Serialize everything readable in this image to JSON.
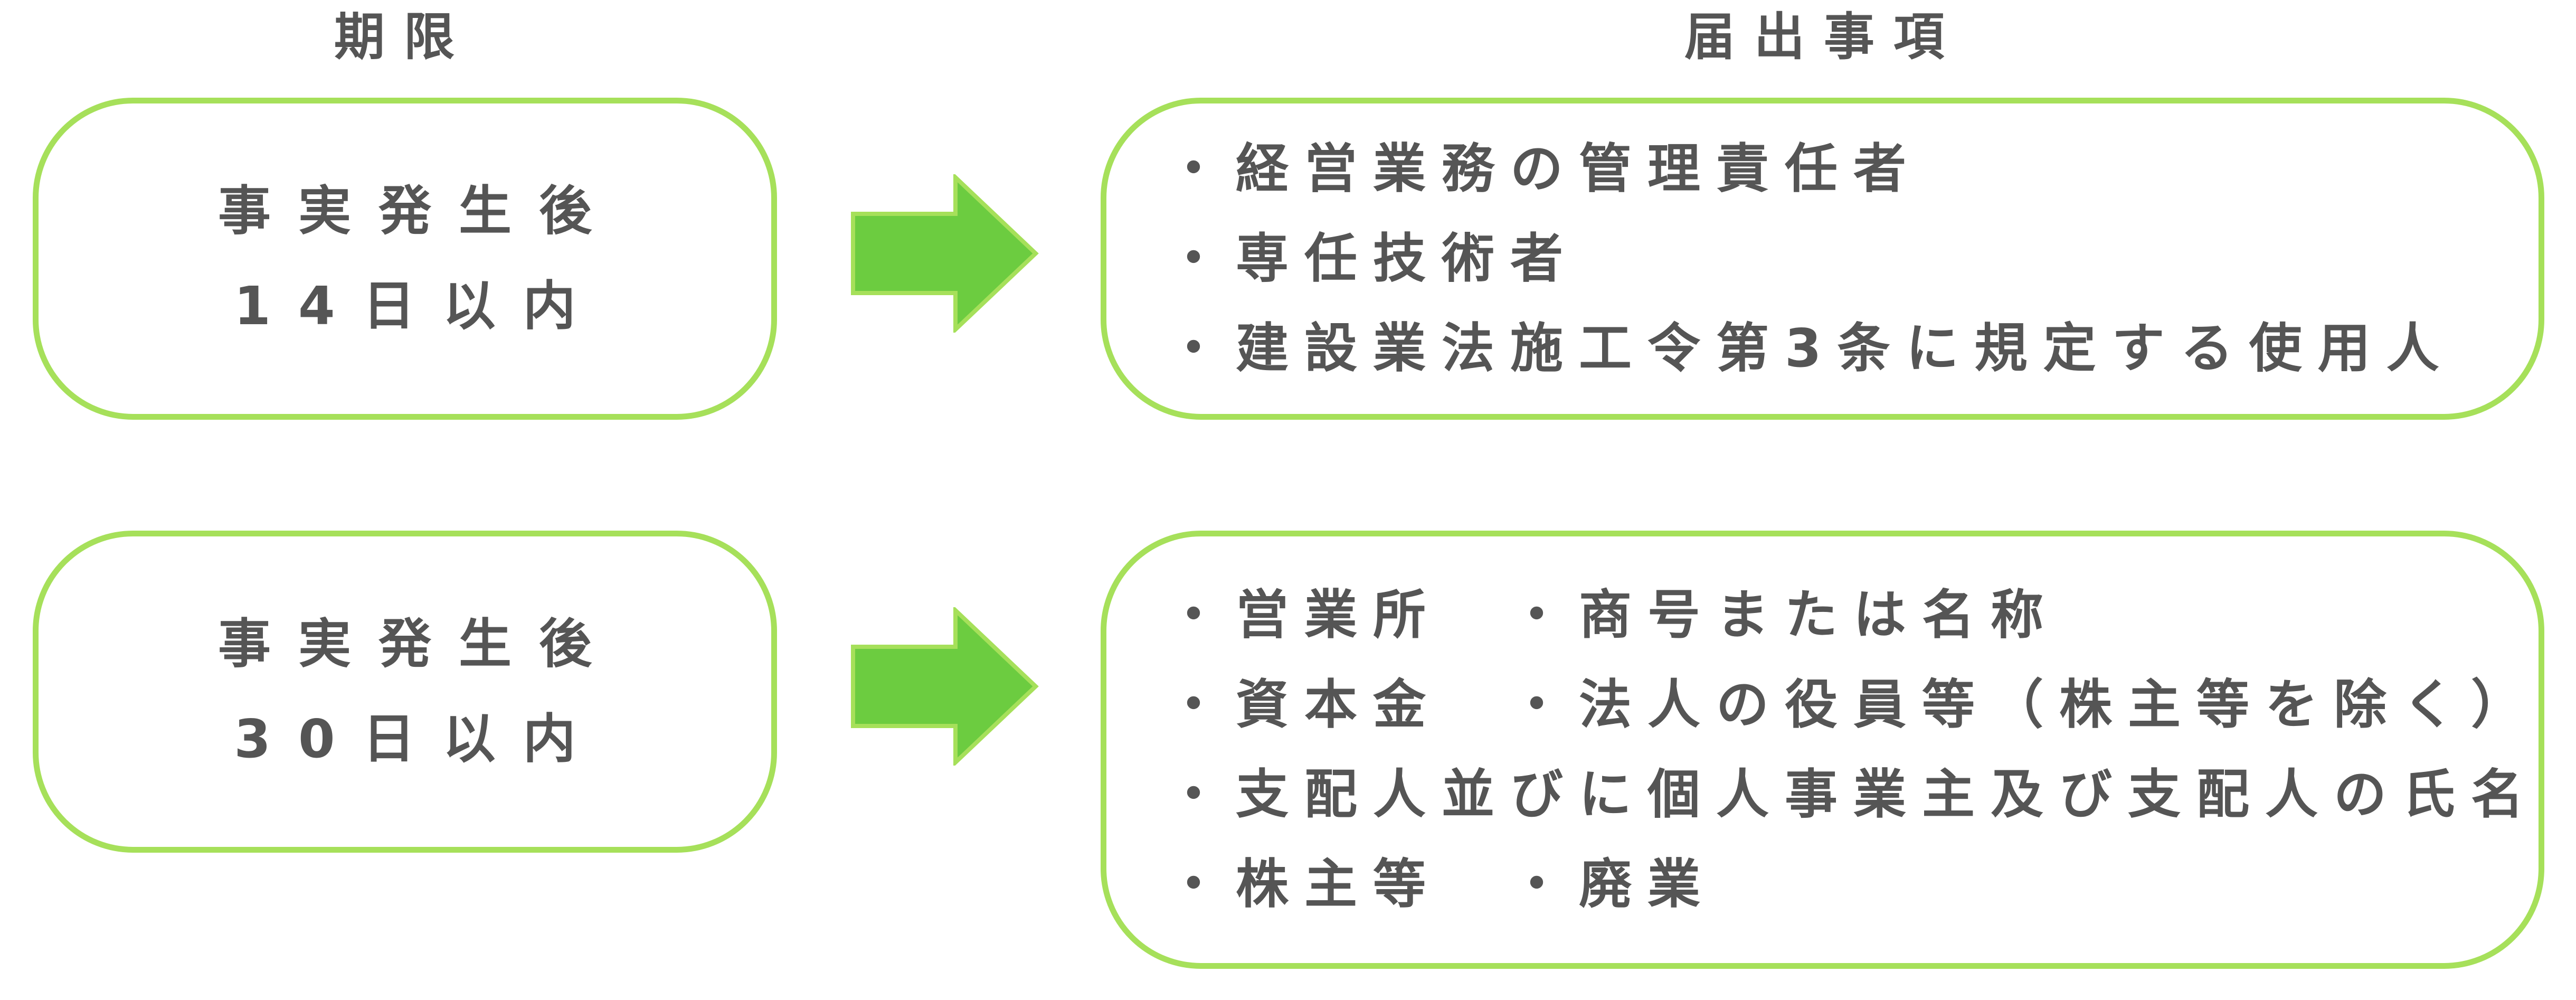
{
  "headers": {
    "deadline": "期限",
    "items": "届出事項"
  },
  "rows": [
    {
      "deadline_line1": "事実発生後",
      "deadline_line2": "14日以内",
      "items": [
        "・経営業務の管理責任者",
        "・専任技術者",
        "・建設業法施工令第3条に規定する使用人"
      ]
    },
    {
      "deadline_line1": "事実発生後",
      "deadline_line2": "30日以内",
      "items": [
        "・営業所　・商号または名称",
        "・資本金　・法人の役員等（株主等を除く）",
        "・支配人並びに個人事業主及び支配人の氏名",
        "・株主等　・廃業"
      ]
    }
  ],
  "colors": {
    "box_border": "#a6e05a",
    "arrow_fill": "#6ccc40",
    "arrow_stroke": "#a6e05a",
    "text": "#555555"
  }
}
